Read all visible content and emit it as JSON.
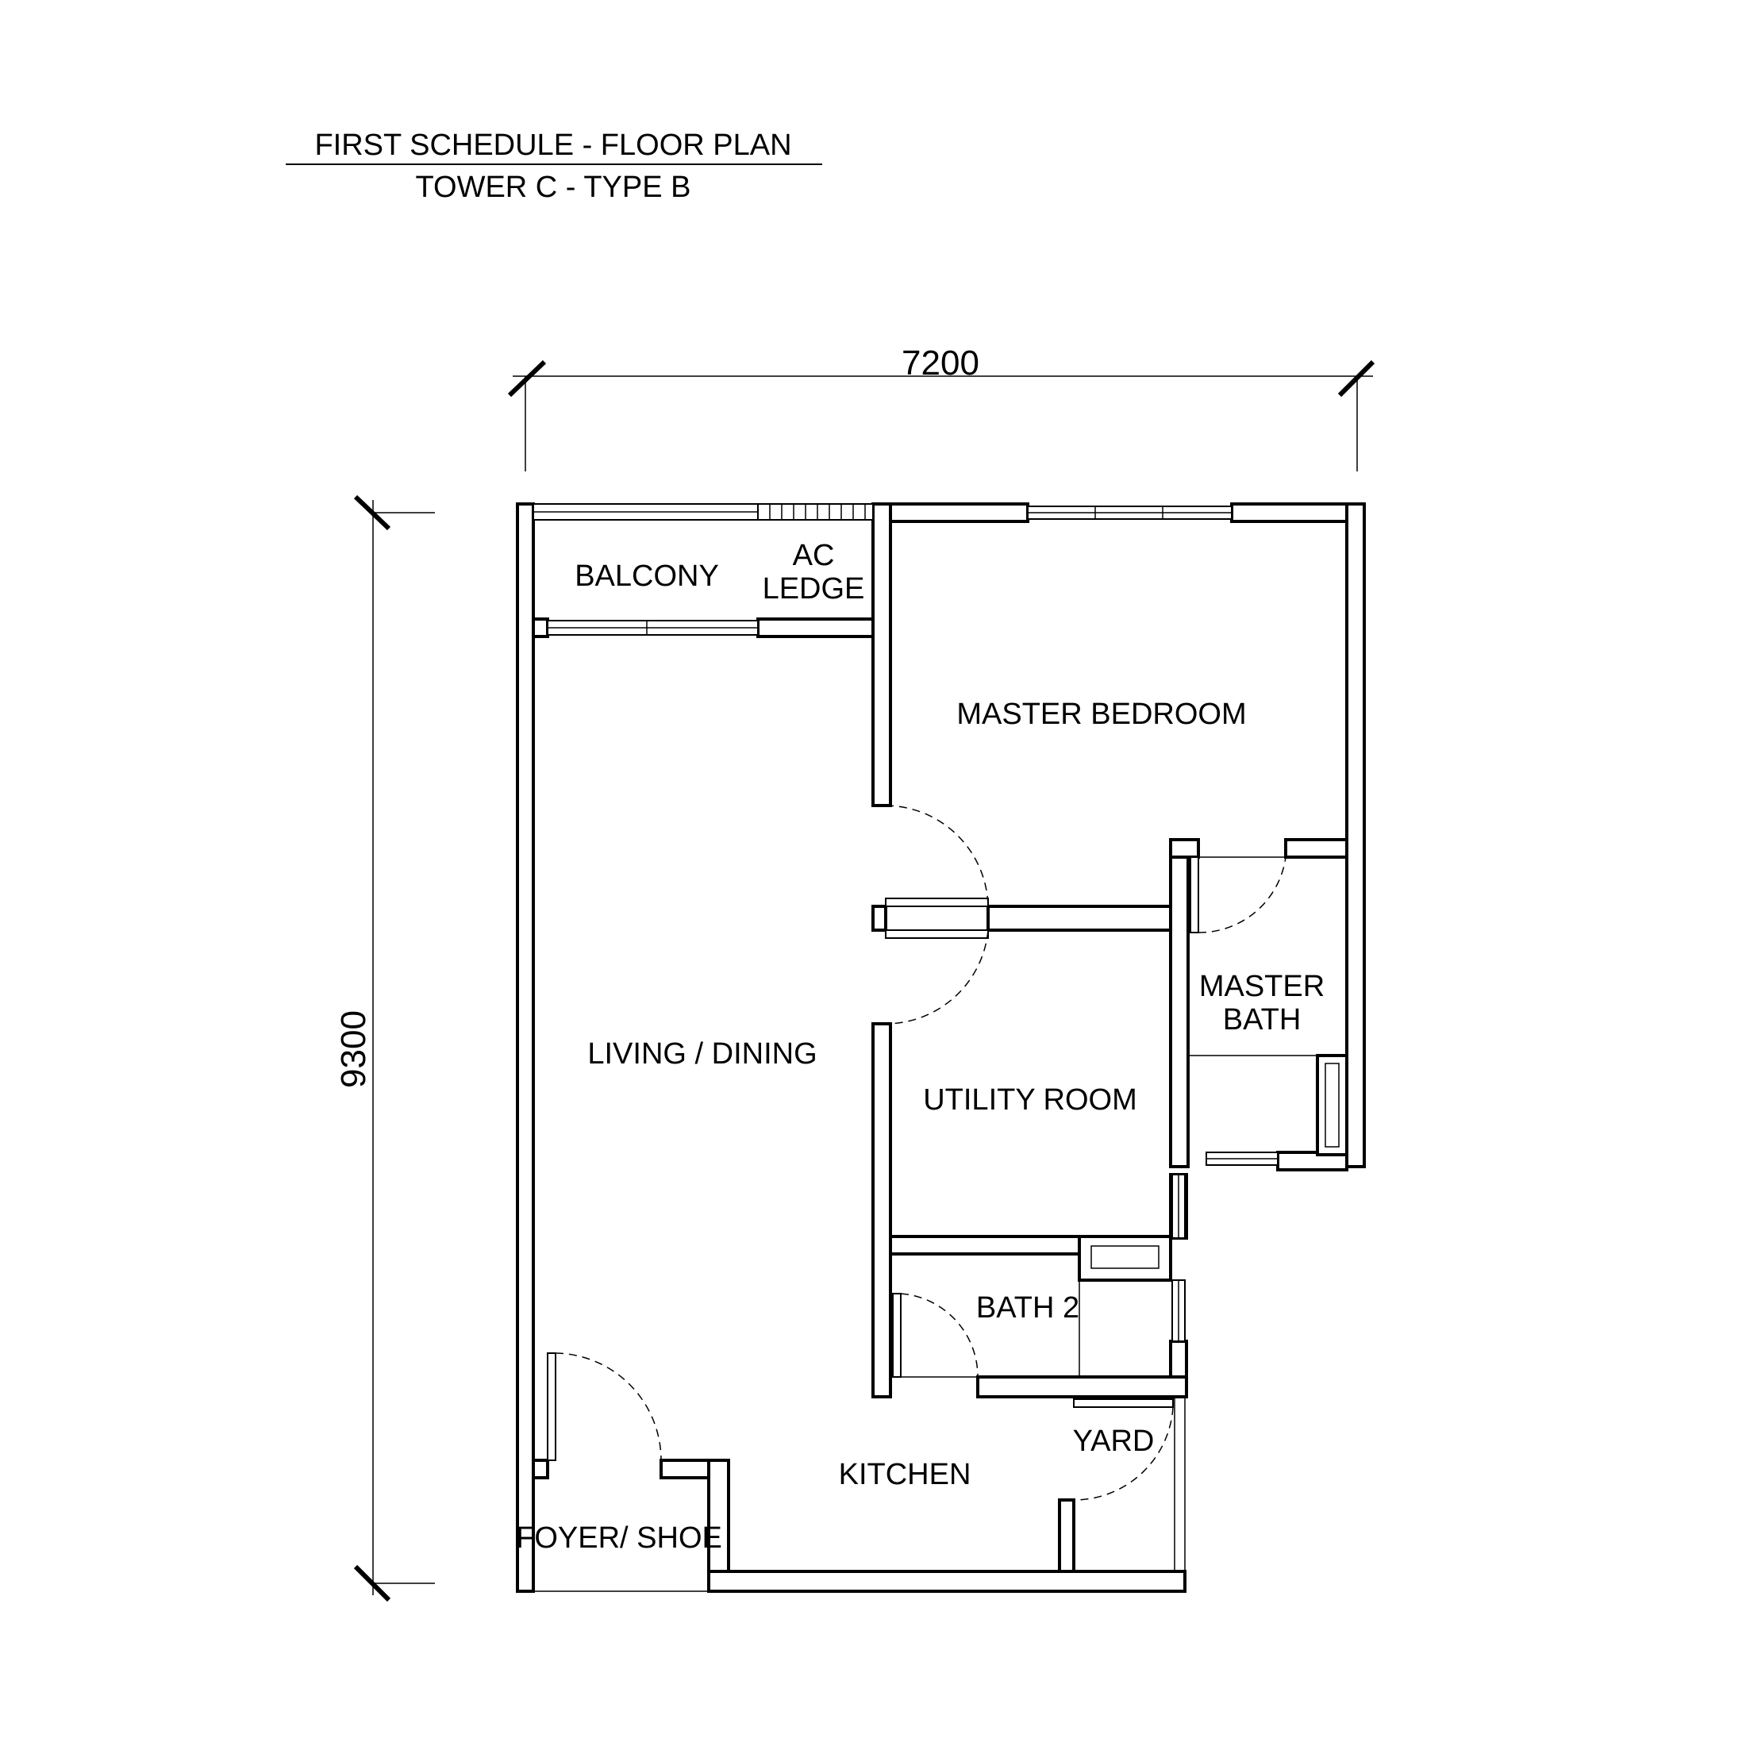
{
  "title": {
    "line1": "FIRST SCHEDULE - FLOOR PLAN",
    "line2": "TOWER C - TYPE B"
  },
  "dimensions": {
    "width": "7200",
    "height": "9300"
  },
  "rooms": {
    "balcony": "BALCONY",
    "ac_ledge_1": "AC",
    "ac_ledge_2": "LEDGE",
    "master_bedroom": "MASTER BEDROOM",
    "master_bath_1": "MASTER",
    "master_bath_2": "BATH",
    "living_dining": "LIVING / DINING",
    "utility_room": "UTILITY ROOM",
    "bath2": "BATH 2",
    "yard": "YARD",
    "kitchen": "KITCHEN",
    "foyer": "FOYER/ SHOE"
  }
}
